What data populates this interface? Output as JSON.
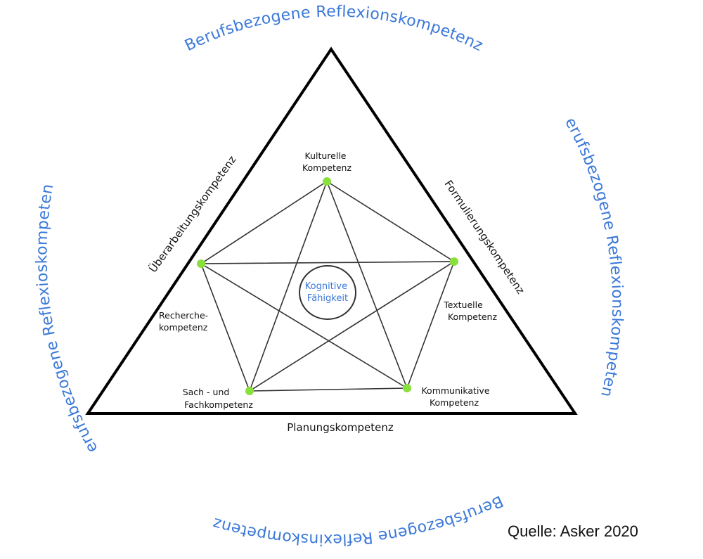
{
  "outer_ring": {
    "top": "Berufsbezogene Reflexionskompetenz",
    "right": "Berufsbezogene Reflexionskompetenz",
    "bottom": "Berufsbezogene Reflexinskompetenz",
    "left": "Berufsbezogene Reflexioskompetenz"
  },
  "triangle_sides": {
    "left": "Überarbeitungskompetenz",
    "right": "Formulierungskompetenz",
    "bottom": "Planungskompetenz"
  },
  "nodes": {
    "top": [
      "Kulturelle",
      "Kompetenz"
    ],
    "left_inner": [
      "Recherche-",
      "kompetenz"
    ],
    "right_inner": [
      "Textuelle",
      "Kompetenz"
    ],
    "bottom_left": [
      "Sach - und",
      "Fachkompetenz"
    ],
    "bottom_right": [
      "Kommunikative",
      "Kompetenz"
    ]
  },
  "center": [
    "Kognitive",
    "Fähigkeit"
  ],
  "source": "Quelle: Asker 2020",
  "colors": {
    "ring_text": "#3a78d8",
    "node_dot": "#88e03a",
    "lines": "#333333",
    "triangle": "#000000"
  }
}
